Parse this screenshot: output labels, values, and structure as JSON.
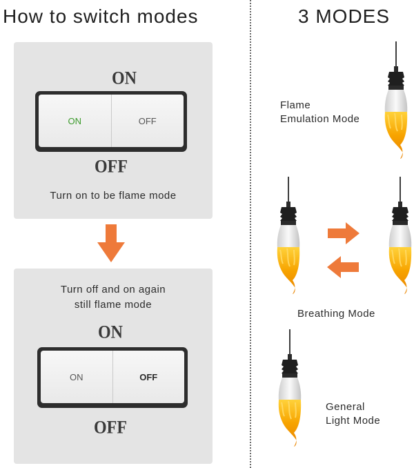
{
  "left": {
    "title": "How to switch modes",
    "panel1": {
      "on_label": "ON",
      "off_label": "OFF",
      "switch": {
        "left_text": "ON",
        "right_text": "OFF"
      },
      "caption": "Turn on to be flame mode"
    },
    "panel2": {
      "caption_line1": "Turn off and on again",
      "caption_line2": "still flame mode",
      "on_label": "ON",
      "off_label": "OFF",
      "switch": {
        "left_text": "ON",
        "right_text": "OFF"
      }
    }
  },
  "right": {
    "title": "3 MODES",
    "modes": [
      {
        "line1": "Flame",
        "line2": "Emulation Mode"
      },
      {
        "line1": "Breathing Mode"
      },
      {
        "line1": "General",
        "line2": "Light Mode"
      }
    ]
  },
  "colors": {
    "panel": "#e4e4e4",
    "arrow": "#ee7a3a",
    "flame": "#f5a000",
    "switch_on_text": "#3a9a2a"
  }
}
